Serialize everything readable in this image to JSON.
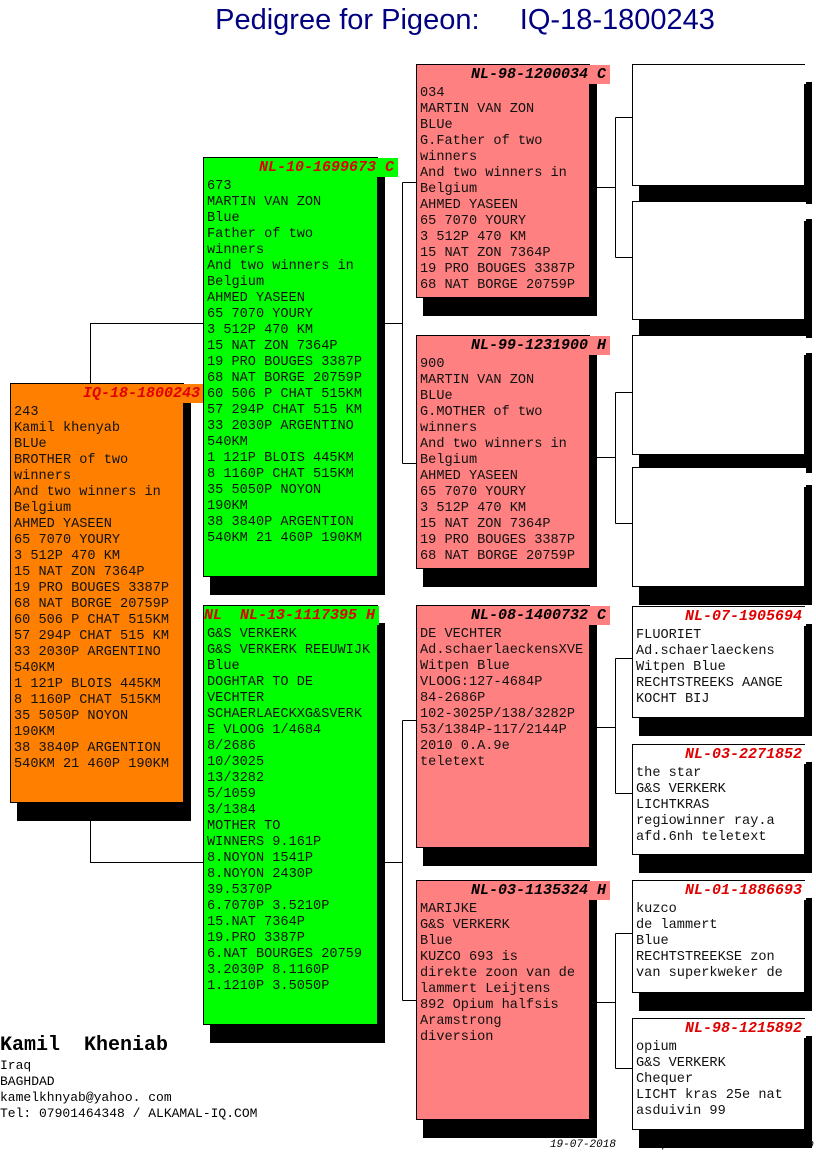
{
  "title": "Pedigree for Pigeon:     IQ-18-1800243",
  "colors": {
    "subject": "#ff8000",
    "parents": "#00ff00",
    "grandparents": "#ff8080",
    "greatgrandparents": "#ffffff",
    "ring_red": "#e00000",
    "title": "#000080"
  },
  "boxes": {
    "subject": {
      "ring": "IQ-18-1800243",
      "lines": [
        "243",
        "Kamil khenyab",
        "BLUe",
        "BROTHER of two",
        "winners",
        "And two winners in",
        "Belgium",
        "AHMED YASEEN",
        "65 7070 YOURY",
        "3 512P 470 KM",
        "15 NAT ZON 7364P",
        "19 PRO BOUGES 3387P",
        "68 NAT BORGE 20759P",
        "60 506 P CHAT 515KM",
        "57 294P CHAT 515 KM",
        "33 2030P ARGENTINO",
        "540KM",
        "1 121P BLOIS 445KM",
        "8 1160P CHAT 515KM",
        "35 5050P NOYON",
        "190KM",
        "38 3840P ARGENTION",
        "540KM 21 460P 190KM"
      ]
    },
    "sire": {
      "ring": "NL-10-1699673 C",
      "lines": [
        "673",
        "MARTIN VAN ZON",
        "Blue",
        "Father of two",
        "winners",
        "And two winners in",
        "Belgium",
        "AHMED YASEEN",
        "65 7070 YOURY",
        "3 512P 470 KM",
        "15 NAT ZON 7364P",
        "19 PRO BOUGES 3387P",
        "68 NAT BORGE 20759P",
        "60 506 P CHAT 515KM",
        "57 294P CHAT 515 KM",
        "33 2030P ARGENTINO",
        "540KM",
        "1 121P BLOIS 445KM",
        "8 1160P CHAT 515KM",
        "35 5050P NOYON",
        "190KM",
        "38 3840P ARGENTION",
        "540KM 21 460P 190KM"
      ]
    },
    "dam": {
      "ring": "NL  NL-13-1117395 H",
      "lines": [
        "G&S VERKERK",
        "G&S VERKERK REEUWIJK",
        "Blue",
        "DOGHTAR TO DE",
        "VECHTER",
        "SCHAERLAECKXG&SVERK",
        "E VLOOG 1/4684",
        "8/2686",
        "10/3025",
        "13/3282",
        "5/1059",
        "3/1384",
        "MOTHER TO",
        "WINNERS 9.161P",
        "8.NOYON 1541P",
        "8.NOYON 2430P",
        "39.5370P",
        "6.7070P 3.5210P",
        "15.NAT 7364P",
        "19.PRO 3387P",
        "6.NAT BOURGES 20759",
        "3.2030P 8.1160P",
        "1.1210P 3.5050P"
      ]
    },
    "ss": {
      "ring": "NL-98-1200034 C",
      "lines": [
        "034",
        "MARTIN VAN ZON",
        "BLUe",
        "G.Father of two",
        "winners",
        "And two winners in",
        "Belgium",
        "AHMED YASEEN",
        "65 7070 YOURY",
        "3 512P 470 KM",
        "15 NAT ZON 7364P",
        "19 PRO BOUGES 3387P",
        "68 NAT BORGE 20759P"
      ]
    },
    "sd": {
      "ring": "NL-99-1231900 H",
      "lines": [
        "900",
        "MARTIN VAN ZON",
        "BLUe",
        "G.MOTHER of two",
        "winners",
        "And two winners in",
        "Belgium",
        "AHMED YASEEN",
        "65 7070 YOURY",
        "3 512P 470 KM",
        "15 NAT ZON 7364P",
        "19 PRO BOUGES 3387P",
        "68 NAT BORGE 20759P"
      ]
    },
    "ds": {
      "ring": "NL-08-1400732 C",
      "lines": [
        "DE VECHTER",
        "Ad.schaerlaeckensXVE",
        "Witpen Blue",
        "VLOOG:127-4684P",
        "84-2686P",
        "102-3025P/138/3282P",
        "53/1384P-117/2144P",
        "2010 0.A.9e",
        "teletext"
      ]
    },
    "dd": {
      "ring": "NL-03-1135324 H",
      "lines": [
        "MARIJKE",
        "G&S VERKERK",
        "Blue",
        "KUZCO 693 is",
        "direkte zoon van de",
        "lammert Leijtens",
        "892 Opium halfsis",
        "Aramstrong",
        "diversion"
      ]
    },
    "sss": {
      "ring": "",
      "lines": []
    },
    "ssd": {
      "ring": "",
      "lines": []
    },
    "sds": {
      "ring": "",
      "lines": []
    },
    "sdd": {
      "ring": "",
      "lines": []
    },
    "dss": {
      "ring": "NL-07-1905694",
      "lines": [
        "FLUORIET",
        "Ad.schaerlaeckens",
        "Witpen Blue",
        "RECHTSTREEKS AANGE",
        "KOCHT BIJ"
      ]
    },
    "dsd": {
      "ring": "NL-03-2271852",
      "lines": [
        "the star",
        "G&S VERKERK",
        "LICHTKRAS",
        "regiowinner ray.a",
        "afd.6nh teletext"
      ]
    },
    "dds": {
      "ring": "NL-01-1886693",
      "lines": [
        "kuzco",
        "de lammert",
        "Blue",
        "RECHTSTREEKSE zon",
        "van superkweker de"
      ]
    },
    "ddd": {
      "ring": "NL-98-1215892",
      "lines": [
        "opium",
        "G&S VERKERK",
        "Chequer",
        "LICHT kras 25e nat",
        "asduivin 99"
      ]
    }
  },
  "breeder": {
    "name": "Kamil  Kheniab",
    "lines": [
      "Iraq",
      "BAGHDAD",
      "kamelkhnyab@yahoo. com",
      "Tel: 07901464348 / ALKAMAL-IQ.COM"
    ]
  },
  "footer": "19-07-2018    Compuclub © Kamil  Kheniab"
}
